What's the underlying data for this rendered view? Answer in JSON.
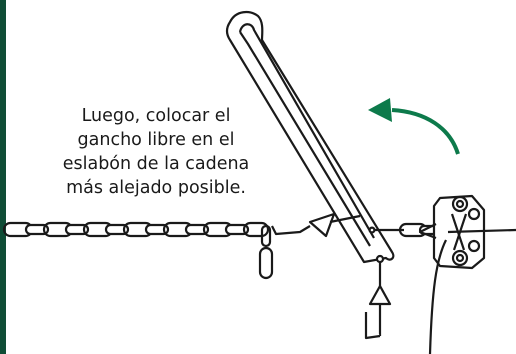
{
  "instruction": {
    "lines": [
      "Luego, colocar el",
      "gancho libre en el",
      "eslabón de la cadena",
      "más alejado posible."
    ]
  },
  "colors": {
    "left_stripe": "#0f4d36",
    "arrow": "#0d7a4b",
    "line": "#1a1a1a"
  },
  "icons": {
    "rotation_arrow": "curved-arrow-icon",
    "lever": "tensioner-lever-icon",
    "chain": "chain-icon",
    "hook": "hook-icon",
    "pulley": "pulley-bracket-icon"
  }
}
